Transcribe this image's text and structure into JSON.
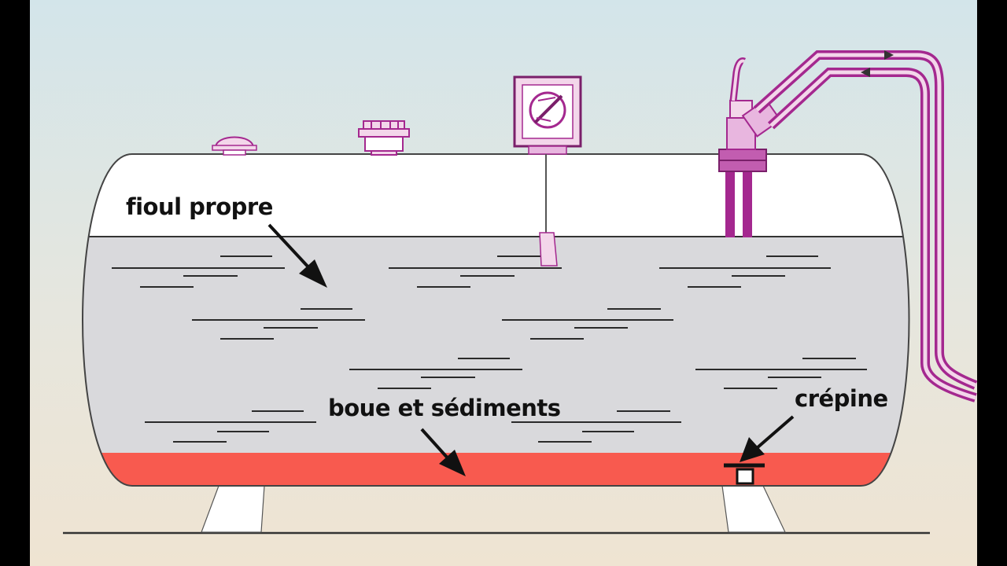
{
  "labels": {
    "clean_fuel": "fioul propre",
    "sludge": "boue et sédiments",
    "strainer": "crépine"
  },
  "colors": {
    "frame": "#000000",
    "sky_top": "#d3e5ea",
    "ground": "#efe4d2",
    "tank_shell": "#ffffff",
    "fuel": "#d9d9dc",
    "sludge": "#f85a4f",
    "pipe_purple": "#a4288f",
    "pipe_light": "#e8b6df",
    "outline": "#333333",
    "ripple": "#2a2a2a"
  },
  "icons": {
    "vent": "vent-cap-icon",
    "fill": "fill-cap-icon",
    "gauge": "level-gauge-icon",
    "pump_head": "suction-return-head-icon",
    "arrow": "pointer-arrow-icon"
  }
}
